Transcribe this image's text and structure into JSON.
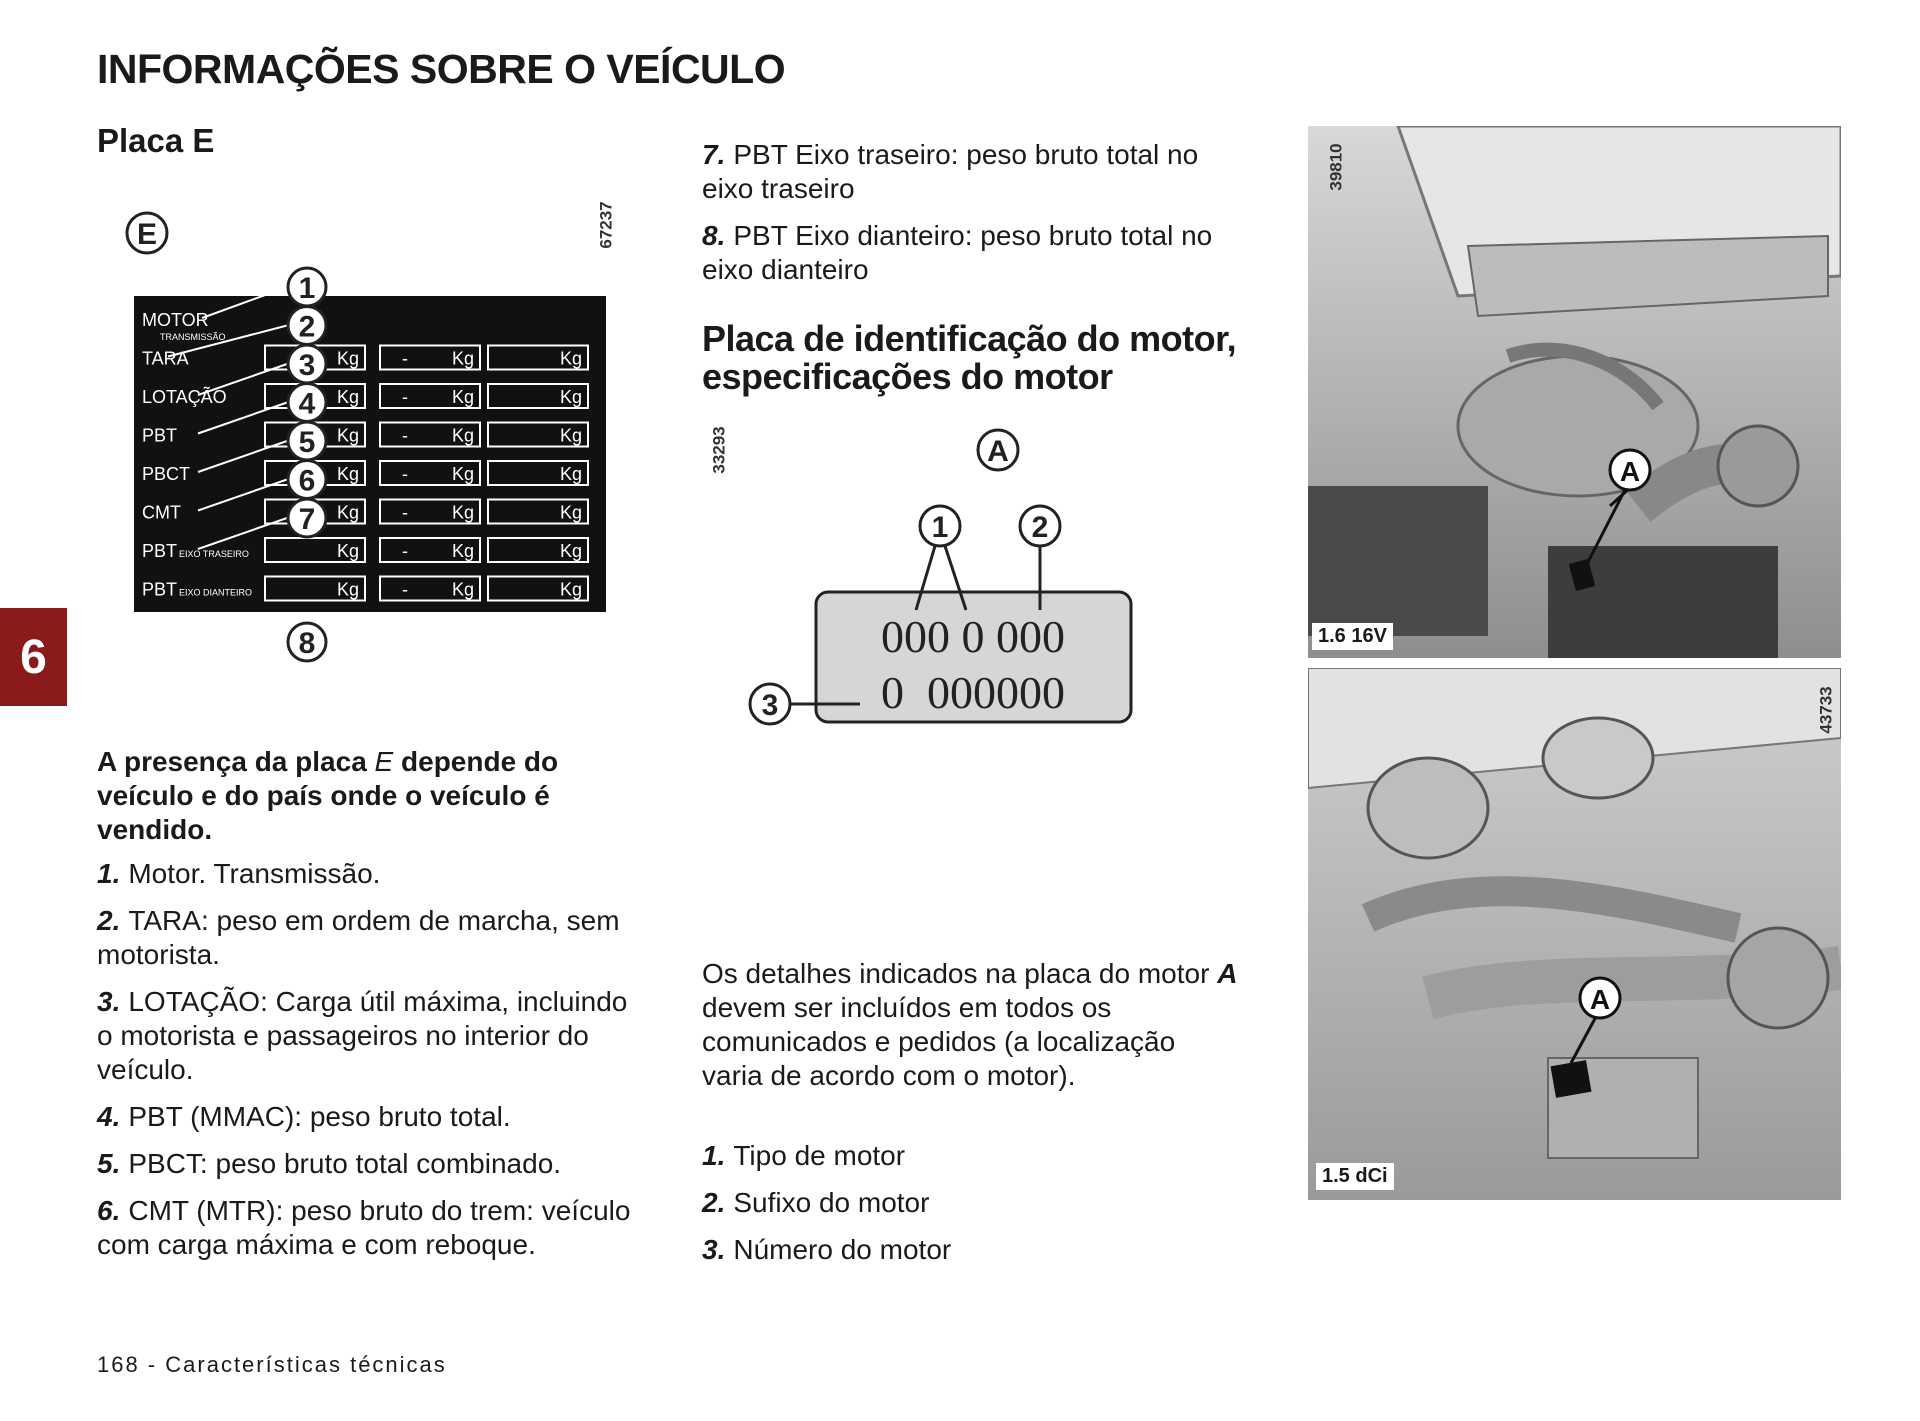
{
  "page": {
    "title": "INFORMAÇÕES SOBRE O VEÍCULO",
    "chapter_tab": "6",
    "footer": "168 - Características técnicas"
  },
  "plate_e": {
    "heading": "Placa E",
    "figure_ref": "67237",
    "figure_letter": "E",
    "plate_rows": [
      {
        "label": "MOTOR",
        "sublabel": "TRANSMISSÃO"
      },
      {
        "label": "TARA"
      },
      {
        "label": "LOTAÇÃO"
      },
      {
        "label": "PBT"
      },
      {
        "label": "PBCT"
      },
      {
        "label": "CMT"
      },
      {
        "label": "PBT",
        "sublabel": "EIXO TRASEIRO"
      },
      {
        "label": "PBT",
        "sublabel": "EIXO DIANTEIRO"
      }
    ],
    "unit": "Kg",
    "dash": "-",
    "callouts": [
      "1",
      "2",
      "3",
      "4",
      "5",
      "6",
      "7",
      "8"
    ],
    "note_before": "A presença da placa ",
    "note_em": "E",
    "note_after": " depende do veículo e do país onde o veículo é vendido.",
    "items": [
      {
        "n": "1.",
        "text": "Motor. Transmissão."
      },
      {
        "n": "2.",
        "text": "TARA: peso em ordem de marcha, sem motorista."
      },
      {
        "n": "3.",
        "text": "LOTAÇÃO: Carga útil máxima, incluindo o motorista e passageiros no interior do veículo."
      },
      {
        "n": "4.",
        "text": "PBT (MMAC): peso bruto total."
      },
      {
        "n": "5.",
        "text": "PBCT: peso bruto total combinado."
      },
      {
        "n": "6.",
        "text": "CMT (MTR): peso bruto do trem: veículo com carga máxima e com reboque."
      }
    ]
  },
  "continued_items": [
    {
      "n": "7.",
      "text": "PBT Eixo traseiro: peso bruto total no eixo traseiro"
    },
    {
      "n": "8.",
      "text": "PBT Eixo dianteiro: peso bruto total no eixo dianteiro"
    }
  ],
  "engine_plate": {
    "heading": "Placa de identificação do motor, especificações do motor",
    "figure_ref": "33293",
    "figure_letter": "A",
    "line1": "000 0 000",
    "line2": "0  000000",
    "callouts": [
      "1",
      "2",
      "3"
    ],
    "desc_before": "Os detalhes indicados na placa do motor ",
    "desc_em": "A",
    "desc_after": " devem ser incluídos em todos os comunicados e pedidos (a localização varia de acordo com o motor).",
    "items": [
      {
        "n": "1.",
        "text": "Tipo de motor"
      },
      {
        "n": "2.",
        "text": "Sufixo do motor"
      },
      {
        "n": "3.",
        "text": "Número do motor"
      }
    ]
  },
  "photos": [
    {
      "ref": "39810",
      "label": "1.6 16V",
      "marker": "A"
    },
    {
      "ref": "43733",
      "label": "1.5 dCi",
      "marker": "A"
    }
  ]
}
